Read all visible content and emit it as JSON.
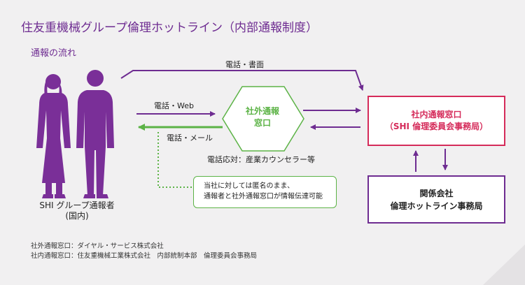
{
  "title": "住友重機械グループ倫理ホットライン（内部通報制度）",
  "subtitle": "通報の流れ",
  "figure": {
    "label_line1": "SHI グループ通報者",
    "label_line2": "(国内)"
  },
  "flow": {
    "top_arrow_label": "電話・書面",
    "web_arrow_label": "電話・Web",
    "mail_arrow_label": "電話・メール",
    "counselor_label": "電話応対：産業カウンセラー等"
  },
  "external_desk": {
    "line1": "社外通報",
    "line2": "窓口"
  },
  "internal_desk": {
    "line1": "社内通報窓口",
    "line2": "（SHI 倫理委員会事務局）"
  },
  "affiliate_desk": {
    "line1": "関係会社",
    "line2": "倫理ホットライン事務局"
  },
  "note": {
    "line1": "当社に対しては匿名のまま、",
    "line2": "通報者と社外通報窓口が情報伝達可能"
  },
  "footer": {
    "line1": "社外通報窓口：ダイヤル・サービス株式会社",
    "line2": "社内通報窓口：住友重機械工業株式会社　内部統制本部　倫理委員会事務局"
  },
  "colors": {
    "purple": "#6e2c91",
    "figure_purple": "#7a2f98",
    "green": "#5cb346",
    "red": "#d52b5a",
    "background": "#f1f0f1"
  }
}
